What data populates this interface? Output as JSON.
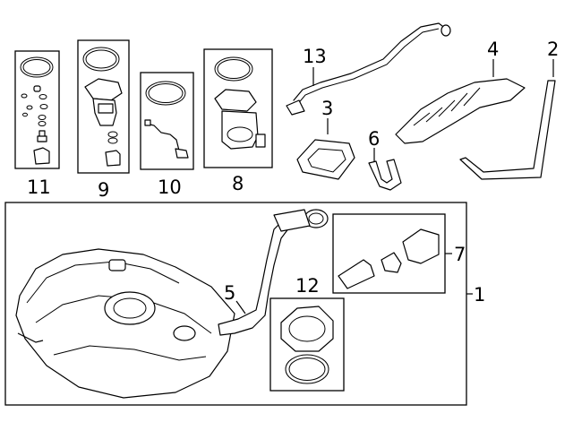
{
  "diagram": {
    "background": "#ffffff",
    "ink": "#000000",
    "callouts": [
      {
        "id": "c1",
        "label": "1"
      },
      {
        "id": "c2",
        "label": "2"
      },
      {
        "id": "c3",
        "label": "3"
      },
      {
        "id": "c4",
        "label": "4"
      },
      {
        "id": "c5",
        "label": "5"
      },
      {
        "id": "c6",
        "label": "6"
      },
      {
        "id": "c7",
        "label": "7"
      },
      {
        "id": "c8",
        "label": "8"
      },
      {
        "id": "c9",
        "label": "9"
      },
      {
        "id": "c10",
        "label": "10"
      },
      {
        "id": "c11",
        "label": "11"
      },
      {
        "id": "c12",
        "label": "12"
      },
      {
        "id": "c13",
        "label": "13"
      }
    ]
  }
}
